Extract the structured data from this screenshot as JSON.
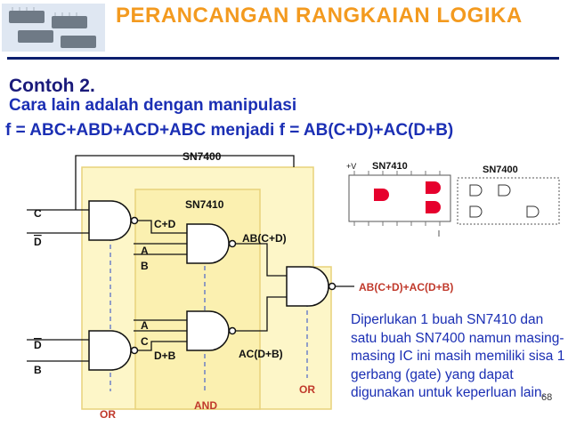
{
  "header": {
    "title": "PERANCANGAN RANGKAIAN LOGIKA"
  },
  "content": {
    "example_heading": "Contoh 2.",
    "intro": "Cara lain adalah dengan manipulasi",
    "formula": {
      "f_symbol": "f",
      "lhs_expr": "= ABC+ABD+ACD+ABC",
      "connector": "menjadi",
      "rhs_expr": "= AB(C+D)+AC(D+B)"
    }
  },
  "circuit": {
    "ic_labels": {
      "sn7400_top": "SN7400",
      "sn7410_inner": "SN7410",
      "sn7410_chip": "SN7410",
      "sn7400_chip": "SN7400"
    },
    "inputs": {
      "gate1": [
        "C",
        "D"
      ],
      "gate2": [
        "C+D",
        "A",
        "B"
      ],
      "gate3": [
        "A",
        "C",
        "D+B"
      ],
      "gate4": [
        "D",
        "B"
      ]
    },
    "outputs": {
      "gate2_out": "AB(C+D)",
      "gate3_out": "AC(D+B)",
      "final_out": "AB(C+D)+AC(D+B)"
    },
    "region_labels": {
      "or_left": "OR",
      "and_mid": "AND",
      "or_right": "OR"
    },
    "vcc_label": "+V"
  },
  "note": {
    "text": "Diperlukan 1 buah SN7410 dan satu buah SN7400 namun masing-masing IC ini masih memiliki sisa 1 gerbang (gate) yang dapat digunakan untuk keperluan lain."
  },
  "footer": {
    "page_number": "68"
  },
  "colors": {
    "title": "#f39a1f",
    "rule": "#0b1f6e",
    "text_blue": "#1b2fb4",
    "region_fill": "#fdf6c8",
    "region_stroke": "#e8d27a",
    "accent_red": "#c0392b",
    "chip_red": "#e6002d"
  }
}
